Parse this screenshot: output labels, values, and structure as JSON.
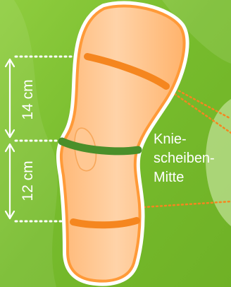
{
  "measurements": {
    "upper": "14 cm",
    "lower": "12 cm"
  },
  "knee_label": {
    "line1": "Knie-",
    "line2": "scheiben-",
    "line3": "Mitte"
  },
  "colors": {
    "background": "#7bbf2f",
    "leg_fill": "#ffc58f",
    "leg_outline": "#ff9a38",
    "band_orange": "#f5861f",
    "band_green": "#4a8f2a",
    "dotted_line": "#ffffff",
    "pointer_line": "#f5861f",
    "text": "#ffffff"
  }
}
